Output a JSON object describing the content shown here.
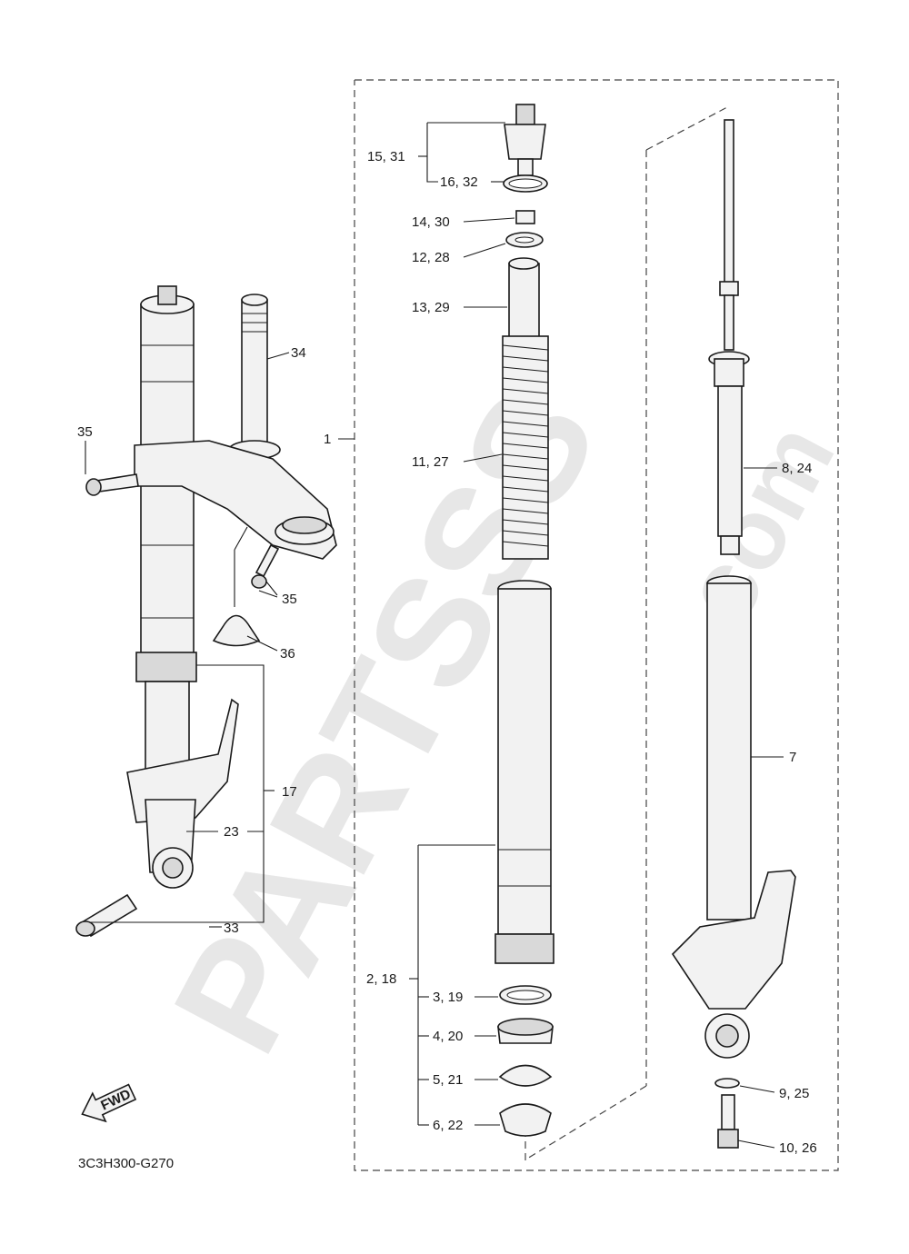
{
  "diagram": {
    "code": "3C3H300-G270",
    "fwd_badge": "FWD",
    "watermark": {
      "main": "PARTSSS",
      "suffix": ".com"
    },
    "callouts": {
      "c1": "1",
      "c2_18": "2, 18",
      "c3_19": "3, 19",
      "c4_20": "4, 20",
      "c5_21": "5, 21",
      "c6_22": "6, 22",
      "c7": "7",
      "c8_24": "8, 24",
      "c9_25": "9, 25",
      "c10_26": "10, 26",
      "c11_27": "11, 27",
      "c12_28": "12, 28",
      "c13_29": "13, 29",
      "c14_30": "14, 30",
      "c15_31": "15, 31",
      "c16_32": "16, 32",
      "c17": "17",
      "c23": "23",
      "c33": "33",
      "c34": "34",
      "c35a": "35",
      "c35b": "35",
      "c36": "36"
    }
  }
}
